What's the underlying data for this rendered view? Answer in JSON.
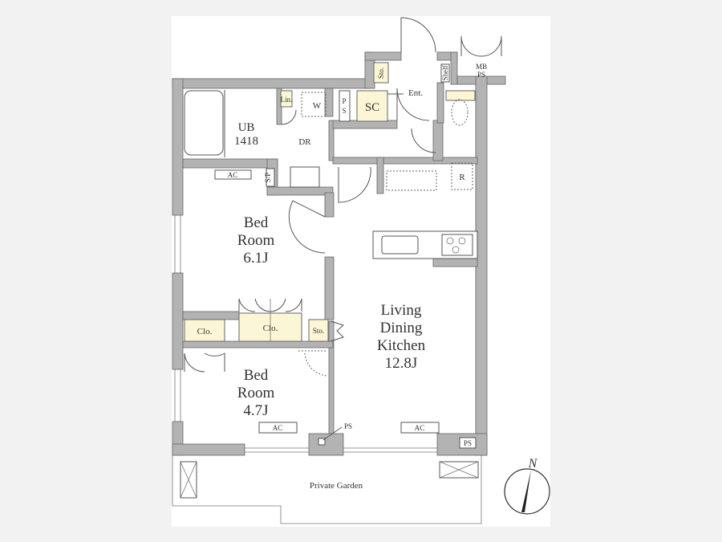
{
  "plan": {
    "rooms": {
      "unit_bath": {
        "name": "UB",
        "size": "1418"
      },
      "dressing_room": "DR",
      "bedroom1": {
        "line1": "Bed",
        "line2": "Room",
        "size": "6.1J"
      },
      "bedroom2": {
        "line1": "Bed",
        "line2": "Room",
        "size": "4.7J"
      },
      "ldk": {
        "line1": "Living",
        "line2": "Dining",
        "line3": "Kitchen",
        "size": "12.8J"
      },
      "garden": "Private Garden"
    },
    "labels": {
      "linen": "Lin.",
      "washer": "W",
      "ps_top": "P",
      "ps_top2": "S",
      "shoe_closet": "SC",
      "entrance": "Ent.",
      "storage_ent": "Sto.",
      "shelf": "Shelf",
      "mb": "MB",
      "mb_ps": "PS",
      "ac_bed1": "AC",
      "sp": "S/P",
      "fridge": "R",
      "closet_bed2": "Clo.",
      "closet_bed1": "Clo.",
      "storage_ldk": "Sto.",
      "ac_bed2": "AC",
      "ps_mid": "PS",
      "ac_ldk": "AC",
      "ps_corner": "PS",
      "north": "N"
    },
    "colors": {
      "wall": "#b3b3b3",
      "storage_fill": "#fbf7d6"
    }
  }
}
